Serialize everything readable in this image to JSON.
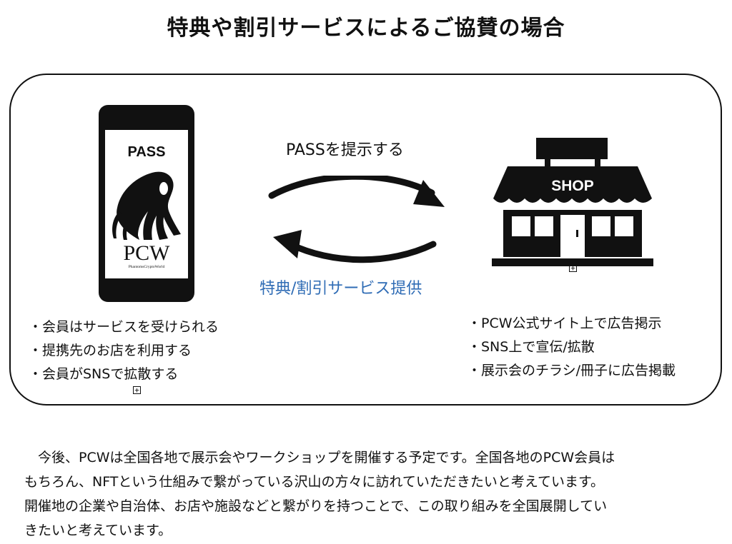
{
  "title": "特典や割引サービスによるご協賛の場合",
  "phone": {
    "screen_title": "PASS",
    "logo_text": "PCW",
    "logo_subtitle": "PhantomsCryptoWorld"
  },
  "shop": {
    "sign_text": "SHOP"
  },
  "arrows": {
    "top_label": "PASSを提示する",
    "bottom_label": "特典/割引サービス提供",
    "bottom_label_color": "#2f6cb5"
  },
  "member_benefits": [
    "・会員はサービスを受けられる",
    "・提携先のお店を利用する",
    "・会員がSNSで拡散する"
  ],
  "shop_benefits": [
    "・PCW公式サイト上で広告掲示",
    "・SNS上で宣伝/拡散",
    "・展示会のチラシ/冊子に広告掲載"
  ],
  "paragraph_lines": [
    "　今後、PCWは全国各地で展示会やワークショップを開催する予定です。全国各地のPCW会員は",
    "もちろん、NFTという仕組みで繋がっている沢山の方々に訪れていただきたいと考えています。",
    "開催地の企業や自治体、お店や施設などと繋がりを持つことで、この取り組みを全国展開してい",
    "きたいと考えています。"
  ]
}
